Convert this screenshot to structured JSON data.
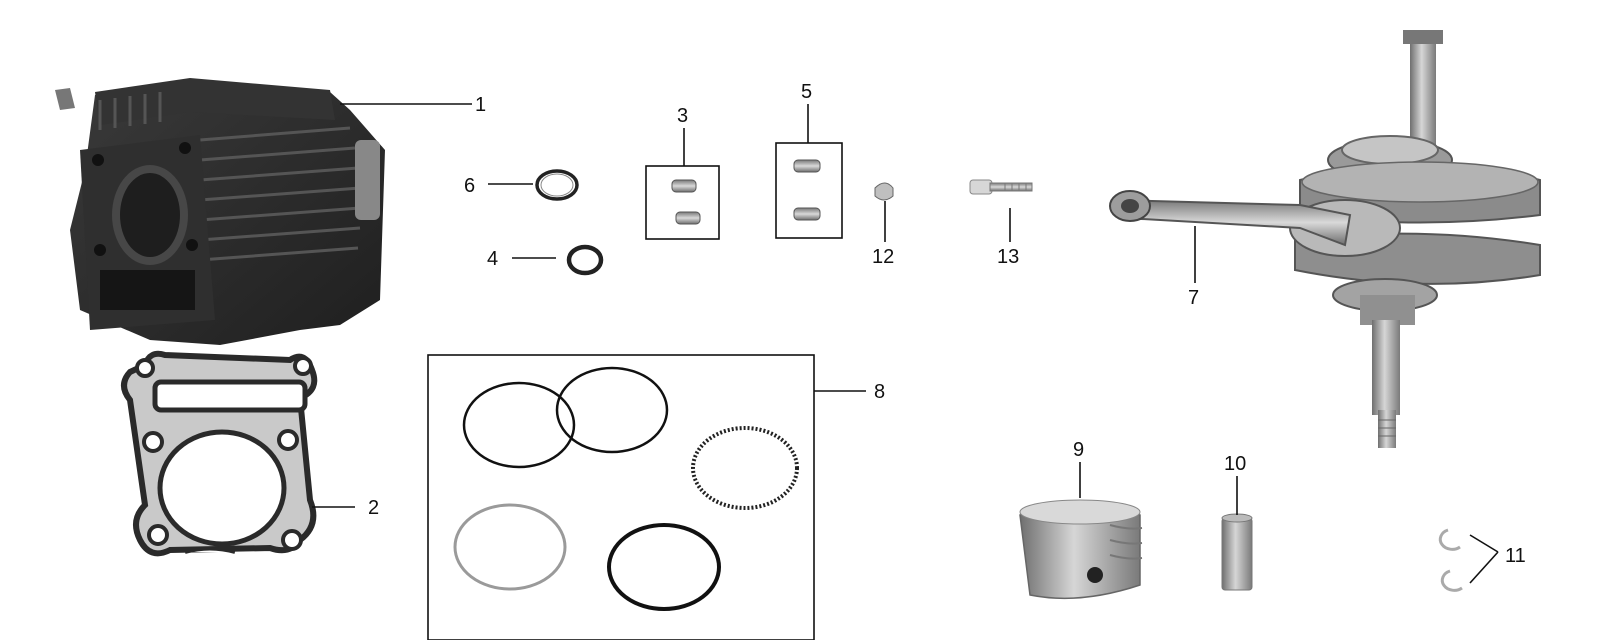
{
  "callouts": {
    "c1": "1",
    "c2": "2",
    "c3": "3",
    "c4": "4",
    "c5": "5",
    "c6": "6",
    "c7": "7",
    "c8": "8",
    "c9": "9",
    "c10": "10",
    "c11": "11",
    "c12": "12",
    "c13": "13"
  },
  "parts": [
    "cylinder-block",
    "cylinder-base-gasket",
    "dowel-pins-pair",
    "o-ring-small",
    "dowel-pins-pair",
    "o-ring-large",
    "crankshaft-connecting-rod-assembly",
    "piston-ring-set",
    "piston",
    "piston-pin",
    "piston-pin-circlips",
    "woodruff-key",
    "stud-bolt"
  ],
  "colors": {
    "cylinder": "#2b2b2b",
    "metal": "#8e8e8e",
    "metal_light": "#c8c8c8",
    "frame": "#111111"
  }
}
